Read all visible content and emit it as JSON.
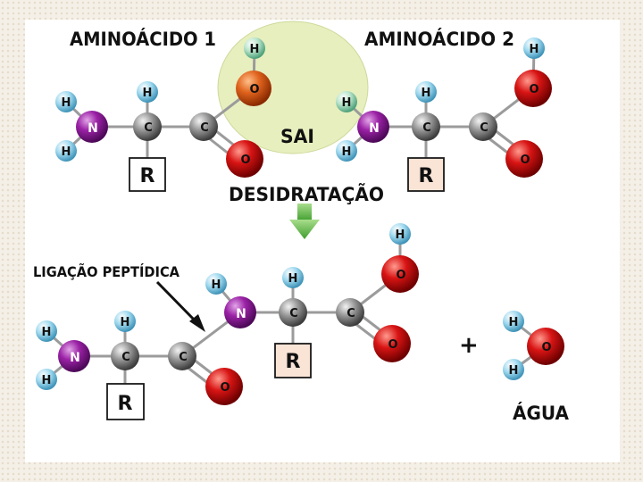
{
  "title_aa1": "AMINOÁCIDO 1",
  "title_aa2": "AMINOÁCIDO 2",
  "sai": "SAI",
  "dehydration": "DESIDRATAÇÃO",
  "peptide_bond": "LIGAÇÃO PEPTÍDICA",
  "plus": "+",
  "water": "ÁGUA",
  "atoms": {
    "H": "H",
    "N": "N",
    "C": "C",
    "O": "O",
    "R": "R"
  },
  "colors": {
    "N": "#8e1a9a",
    "O": "#d0121a",
    "C": "#8c8c8c",
    "H": "#7cc7e6",
    "highlight": "#e7efbe",
    "arrow": "#4cae3c",
    "R_fill_beige": "#f9e4d6"
  }
}
